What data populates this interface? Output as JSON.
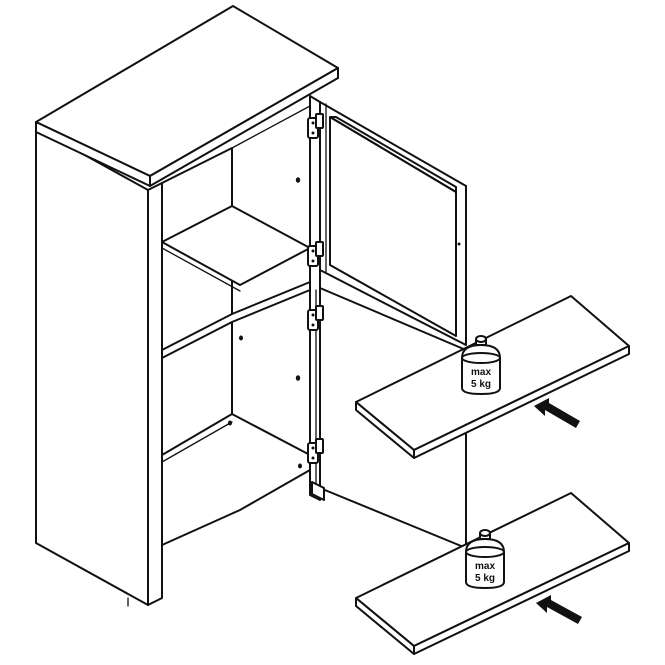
{
  "weight_labels": [
    {
      "line1": "max",
      "line2": "5 kg"
    },
    {
      "line1": "max",
      "line2": "5 kg"
    }
  ],
  "colors": {
    "line": "#111111",
    "background": "#ffffff",
    "arrow": "#111111"
  }
}
